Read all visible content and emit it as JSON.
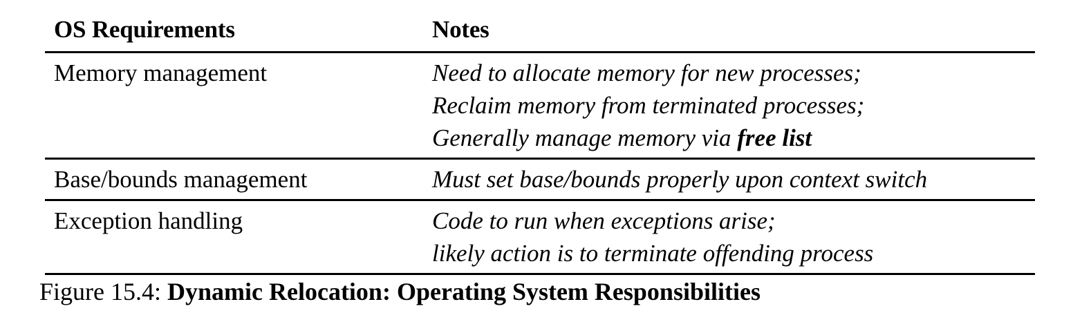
{
  "figure": {
    "table": {
      "columns": [
        {
          "header": "OS Requirements"
        },
        {
          "header": "Notes"
        }
      ],
      "rows": [
        {
          "requirement": "Memory management",
          "notes_lines": [
            {
              "text": "Need to allocate memory for new processes;",
              "bold_tail": ""
            },
            {
              "text": "Reclaim memory from terminated processes;",
              "bold_tail": ""
            },
            {
              "text": "Generally manage memory via ",
              "bold_tail": "free list"
            }
          ]
        },
        {
          "requirement": "Base/bounds management",
          "notes_lines": [
            {
              "text": "Must set base/bounds properly upon context switch",
              "bold_tail": ""
            }
          ]
        },
        {
          "requirement": "Exception handling",
          "notes_lines": [
            {
              "text": "Code to run when exceptions arise;",
              "bold_tail": ""
            },
            {
              "text": "likely action is to terminate offending process",
              "bold_tail": ""
            }
          ]
        }
      ]
    },
    "caption": {
      "label": "Figure 15.4:",
      "title": "Dynamic Relocation: Operating System Responsibilities"
    }
  },
  "colors": {
    "background": "#ffffff",
    "text": "#000000",
    "rule": "#000000"
  }
}
